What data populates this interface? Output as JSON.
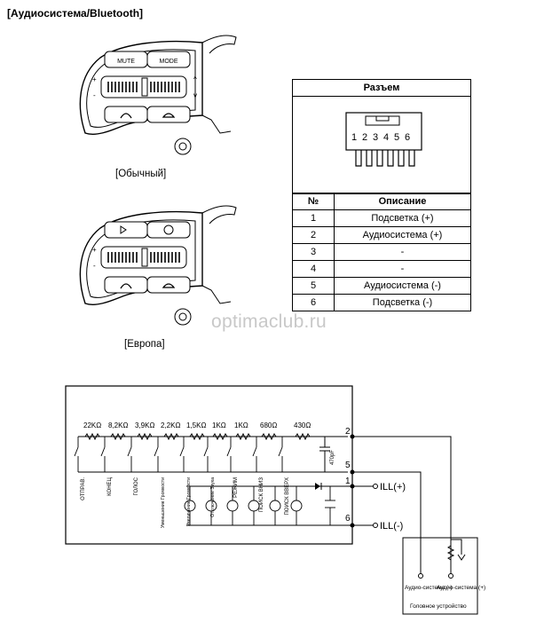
{
  "title": "[Аудиосистема/Bluetooth]",
  "switch_normal": {
    "caption": "[Обычный]",
    "top_left": "MUTE",
    "top_right": "MODE",
    "vol_plus": "+",
    "vol_minus": "-"
  },
  "switch_europe": {
    "caption": "[Европа]",
    "vol_plus": "+",
    "vol_minus": "-"
  },
  "watermark": "optimaclub.ru",
  "connector": {
    "header": "Разъем",
    "pins": [
      "1",
      "2",
      "3",
      "4",
      "5",
      "6"
    ],
    "col_num": "№",
    "col_desc": "Описание",
    "rows": [
      {
        "num": "1",
        "desc": "Подсветка (+)"
      },
      {
        "num": "2",
        "desc": "Аудиосистема (+)"
      },
      {
        "num": "3",
        "desc": "-"
      },
      {
        "num": "4",
        "desc": "-"
      },
      {
        "num": "5",
        "desc": "Аудиосистема (-)"
      },
      {
        "num": "6",
        "desc": "Подсветка (-)"
      }
    ]
  },
  "schematic": {
    "resistors": [
      "22KΩ",
      "8,2KΩ",
      "3,9KΩ",
      "2,2KΩ",
      "1,5KΩ",
      "1KΩ",
      "1KΩ",
      "680Ω",
      "430Ω"
    ],
    "switches": [
      "ОТПРАВ.",
      "КОНЕЦ",
      "ГОЛОС",
      "Уменьшение Громкости",
      "Увеличение Громкости",
      "Отключение Звука",
      "РЕЖИМ",
      "ПОИСК ВНИЗ",
      "ПОИСК ВВЕРХ"
    ],
    "capacitor": "470pF",
    "pin2": "2",
    "pin5": "5",
    "pin1": "1",
    "pin6": "6",
    "ill_plus": "ILL(+)",
    "ill_minus": "ILL(-)",
    "head_audio_minus": "Аудио-система (-)",
    "head_audio_plus": "Аудио-система (+)",
    "head_unit": "Головное устройство"
  }
}
